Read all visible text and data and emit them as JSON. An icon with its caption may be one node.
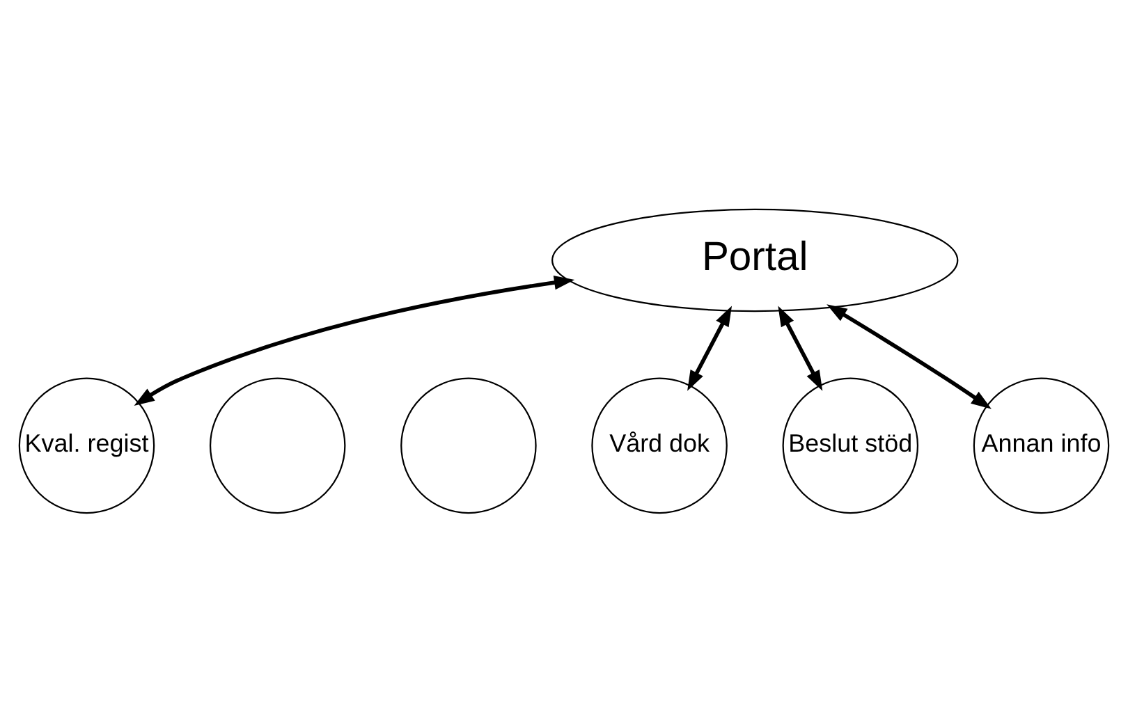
{
  "diagram": {
    "nodes": [
      {
        "text": [
          "Portal"
        ]
      },
      {
        "text": [
          "Kval. regist"
        ]
      },
      {
        "text": [],
        "shape": "circle"
      },
      {
        "text": [],
        "shape": "circle"
      },
      {
        "text": [
          "Vård dok"
        ]
      },
      {
        "text": [
          "Beslut stöd"
        ]
      },
      {
        "text": [
          "Annan info"
        ]
      }
    ],
    "edges": [
      {
        "from": 0,
        "to": 1,
        "arrow": "both"
      },
      {
        "from": 0,
        "to": 4,
        "arrow": "both"
      },
      {
        "from": 0,
        "to": 5,
        "arrow": "both"
      },
      {
        "from": 0,
        "to": 6,
        "arrow": "both"
      }
    ]
  }
}
